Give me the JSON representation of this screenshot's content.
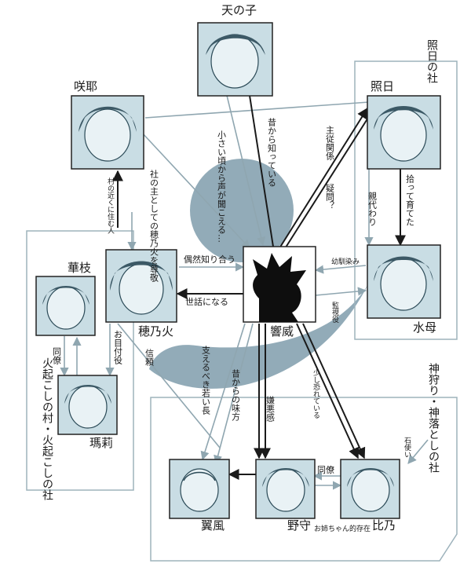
{
  "characters": {
    "ten_no_ko": "天の子",
    "sakuya": "咲耶",
    "teruhi": "照日",
    "kashi": "華枝",
    "honoka": "穂乃火",
    "hibiki": "響威",
    "mizuha": "水母",
    "mari": "瑪莉",
    "yokaze": "翼風",
    "nomori": "野守",
    "hino": "比乃"
  },
  "groups": {
    "teruhi_shrine": "照日の社",
    "hiokoshi": "火起こしの村・火起こしの社",
    "kamigari": "神狩り・神落としの社"
  },
  "relations": {
    "mukashi_shitteiru": "昔から知っている",
    "chiisai_koe": "小さい頃から声が聞こえる…",
    "shuju_kankei": "主従関係",
    "gimon": "疑問？",
    "hirotte_sodateta": "拾って育てた",
    "oyagawari": "親代わり",
    "mura_chikaku": "村の近くに住む人",
    "yashiro_nushi": "社の主としての穂乃火を尊敬",
    "guuzen": "偶然知り合う",
    "sewa": "世話になる",
    "osananajimi": "幼馴染み",
    "kanshiyaku": "監視役",
    "doryo_left": "同僚",
    "ometsukeyaku": "お目付役",
    "shinrai": "信頼",
    "sasaeru": "支えるべき若い長",
    "mikata": "昔からの味方",
    "ken_o": "嫌悪感",
    "sukoshi_osore": "少し恐れている",
    "ishi_tsukai": "石使い",
    "doryo_bottom": "同僚",
    "oneechan": "お姉ちゃん的存在"
  },
  "colors": {
    "accent_shape": "#7f9cab",
    "box_line": "#9eb3bc",
    "arrow_dark": "#1a1a1a",
    "arrow_light": "#8fa6b0"
  }
}
